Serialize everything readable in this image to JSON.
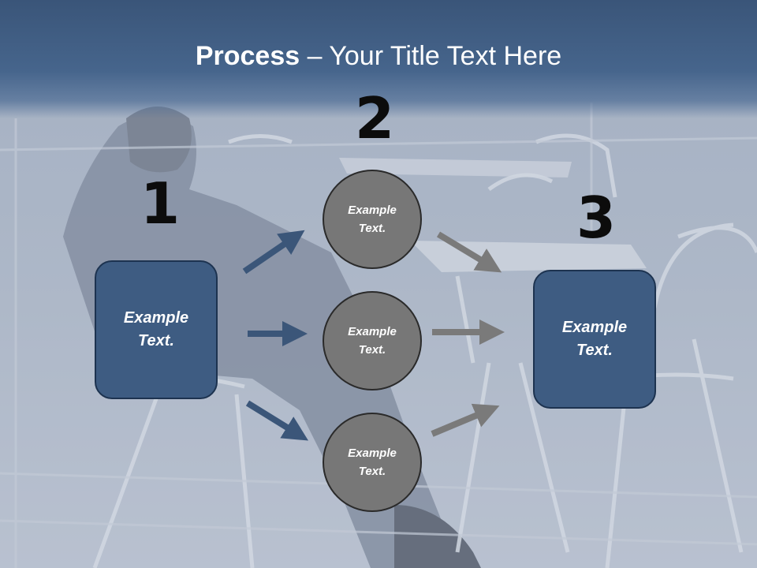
{
  "title": {
    "bold": "Process",
    "rest": " – Your Title Text Here"
  },
  "steps": {
    "one": "1",
    "two": "2",
    "three": "3"
  },
  "left_box": "Example\nText.",
  "right_box": "Example\nText.",
  "circles": [
    "Example\nText.",
    "Example\nText.",
    "Example\nText."
  ],
  "colors": {
    "box_fill": "#3e5c82",
    "circle_fill": "#777777",
    "blue_arrow": "#3b5679",
    "gray_arrow": "#7a7a7a"
  }
}
